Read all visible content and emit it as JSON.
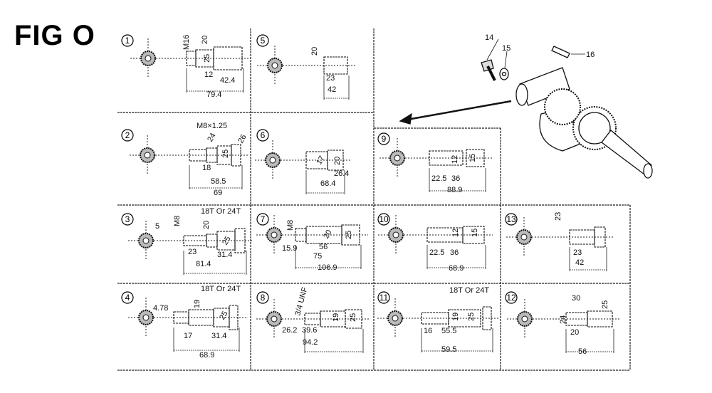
{
  "figure": {
    "title": "FIG O"
  },
  "crankshaft": {
    "callouts": [
      "14",
      "15",
      "16"
    ]
  },
  "panels": [
    {
      "id": "1",
      "labels": [
        "M16",
        "20",
        "25",
        "12",
        "42.4",
        "79.4"
      ]
    },
    {
      "id": "5",
      "labels": [
        "20",
        "23",
        "42"
      ]
    },
    {
      "id": "2",
      "labels": [
        "M8×1.25",
        "24",
        "25",
        "26",
        "18",
        "58.5",
        "69"
      ]
    },
    {
      "id": "6",
      "labels": [
        "17",
        "20",
        "26.4",
        "68.4"
      ]
    },
    {
      "id": "9",
      "labels": [
        "12",
        "15",
        "22.5",
        "36",
        "88.9"
      ]
    },
    {
      "id": "3",
      "labels": [
        "5",
        "M8",
        "20",
        "25",
        "18T Or 24T",
        "23",
        "31.4",
        "81.4"
      ]
    },
    {
      "id": "7",
      "labels": [
        "M8",
        "15.9",
        "20",
        "56",
        "75",
        "25",
        "106.9"
      ]
    },
    {
      "id": "10",
      "labels": [
        "12",
        "15",
        "22.5",
        "36",
        "68.9"
      ]
    },
    {
      "id": "13",
      "labels": [
        "23",
        "23",
        "42"
      ]
    },
    {
      "id": "4",
      "labels": [
        "4.78",
        "18T Or 24T",
        "19",
        "25",
        "17",
        "31.4",
        "68.9"
      ]
    },
    {
      "id": "8",
      "labels": [
        "3/4 UNF",
        "19",
        "25",
        "26.2",
        "39.6",
        "94.2"
      ]
    },
    {
      "id": "11",
      "labels": [
        "18T Or 24T",
        "19",
        "25",
        "16",
        "55.5",
        "59.5"
      ]
    },
    {
      "id": "12",
      "labels": [
        "30",
        "25",
        "24",
        "20",
        "56"
      ]
    }
  ]
}
